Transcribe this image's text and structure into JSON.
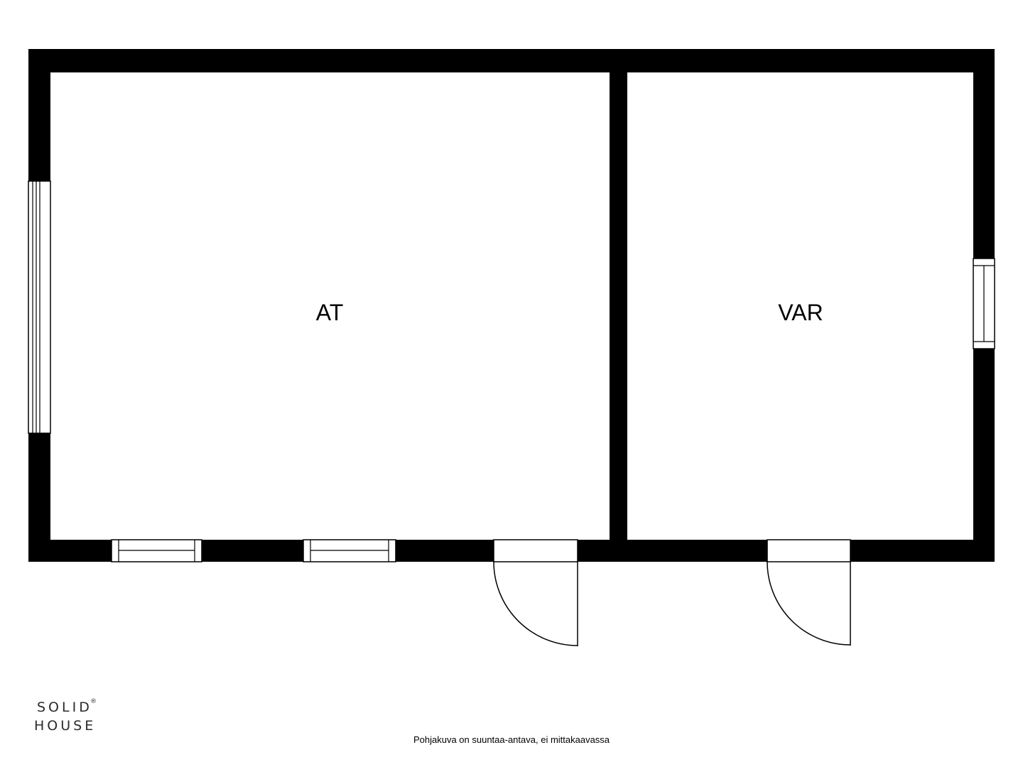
{
  "rooms": {
    "living": "AT",
    "storage": "VAR"
  },
  "logo": {
    "line1": "SOLID",
    "line2": "HOUSE",
    "mark": "®"
  },
  "disclaimer": "Pohjakuva on suuntaa-antava, ei mittakaavassa",
  "colors": {
    "wall": "#000000",
    "background": "#ffffff"
  }
}
